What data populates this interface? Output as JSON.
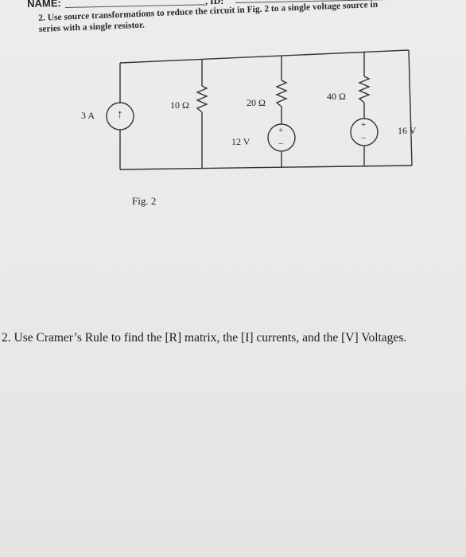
{
  "header": {
    "name_label": "NAME:",
    "id_label": ", ID:"
  },
  "question1": {
    "line1": "2.  Use source transformations to reduce the circuit in Fig. 2 to a single voltage source in",
    "line2": "series with a single resistor."
  },
  "circuit": {
    "current_source": "3 A",
    "r1": "10 Ω",
    "r2": "20 Ω",
    "r3": "40 Ω",
    "v1": "12 V",
    "v2": "16 V",
    "plus": "+",
    "minus": "−",
    "arrow": "↑"
  },
  "figure_caption": "Fig. 2",
  "question2": "2. Use Cramer’s Rule to find the [R] matrix, the [I] currents, and the [V] Voltages."
}
